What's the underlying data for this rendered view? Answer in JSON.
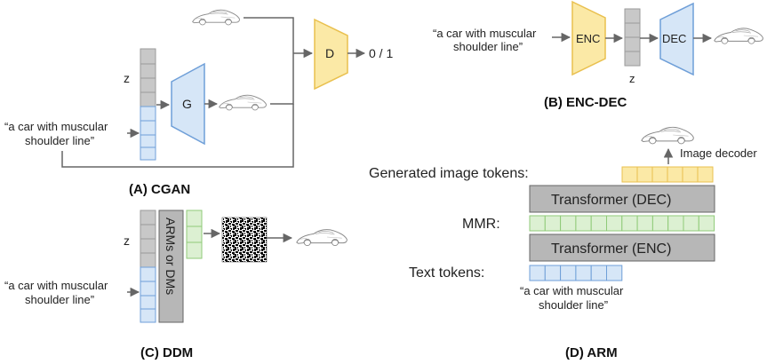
{
  "prompt_text": "“a car with muscular shoulder line”",
  "prompt_lines": [
    "“a car with muscular",
    "shoulder line”"
  ],
  "panel_a": {
    "caption": "(A) CGAN",
    "z_label": "z",
    "generator_label": "G",
    "discriminator_label": "D",
    "output_label": "0 / 1"
  },
  "panel_b": {
    "caption": "(B) ENC-DEC",
    "encoder_label": "ENC",
    "decoder_label": "DEC",
    "z_label": "z"
  },
  "panel_c": {
    "caption": "(C) DDM",
    "z_label": "z",
    "model_label": "ARMs or DMs"
  },
  "panel_d": {
    "caption": "(D) ARM",
    "image_decoder_label": "Image decoder",
    "generated_tokens_label": "Generated image tokens:",
    "transformer_dec_label": "Transformer (DEC)",
    "mmr_label": "MMR:",
    "transformer_enc_label": "Transformer (ENC)",
    "text_tokens_label": "Text tokens:"
  },
  "colors": {
    "gray_token": "#c8c8c8",
    "blue_token": "#d6e6f7",
    "blue_stroke": "#6f9fd8",
    "yellow_fill": "#fbe9a6",
    "yellow_stroke": "#e9c04f",
    "green_token": "#dcf0d2",
    "green_stroke": "#8fca78",
    "transformer_fill": "#b7b7b7",
    "arrow": "#666666"
  },
  "icons": [
    "car-sketch-icon",
    "noise-image-icon"
  ]
}
